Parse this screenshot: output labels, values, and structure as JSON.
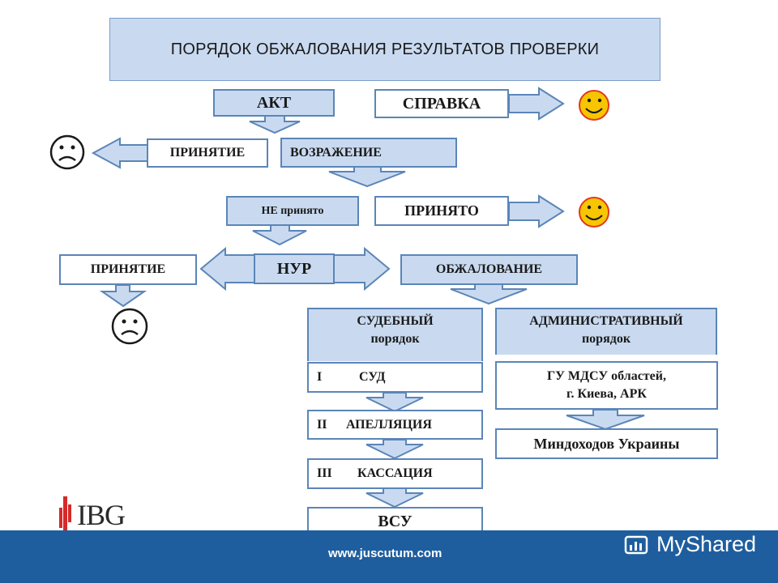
{
  "title": "ПОРЯДОК ОБЖАЛОВАНИЯ РЕЗУЛЬТАТОВ ПРОВЕРКИ",
  "nodes": {
    "akt": "АКТ",
    "spravka": "СПРАВКА",
    "prinyatie1": "ПРИНЯТИЕ",
    "vozrazhenie": "ВОЗРАЖЕНИЕ",
    "ne_prinyato": "НЕ принято",
    "prinyato": "ПРИНЯТО",
    "prinyatie2": "ПРИНЯТИЕ",
    "nur": "НУР",
    "obzhalovanie": "ОБЖАЛОВАНИЕ",
    "sud_title": "СУДЕБНЫЙ",
    "sud_sub": "порядок",
    "adm_title": "АДМИНИСТРАТИВНЫЙ",
    "adm_sub": "порядок",
    "sud_num": "I",
    "sud": "СУД",
    "apel_num": "II",
    "apel": "АПЕЛЛЯЦИЯ",
    "kas_num": "III",
    "kas": "КАССАЦИЯ",
    "vsu": "ВСУ",
    "gu_line1": "ГУ МДСУ областей,",
    "gu_line2": "г. Киева, АРК",
    "mindohodov": "Миндоходов Украины"
  },
  "logo": {
    "text": "IBG"
  },
  "footer": {
    "url": "www.juscutum.com",
    "watermark": "MyShared"
  },
  "icons": [
    "smiley-happy-icon",
    "smiley-sad-icon"
  ],
  "colors": {
    "box_fill": "#c9daf0",
    "border": "#5b85b8",
    "footer": "#1f5e9e",
    "smile": "#f2a900"
  }
}
